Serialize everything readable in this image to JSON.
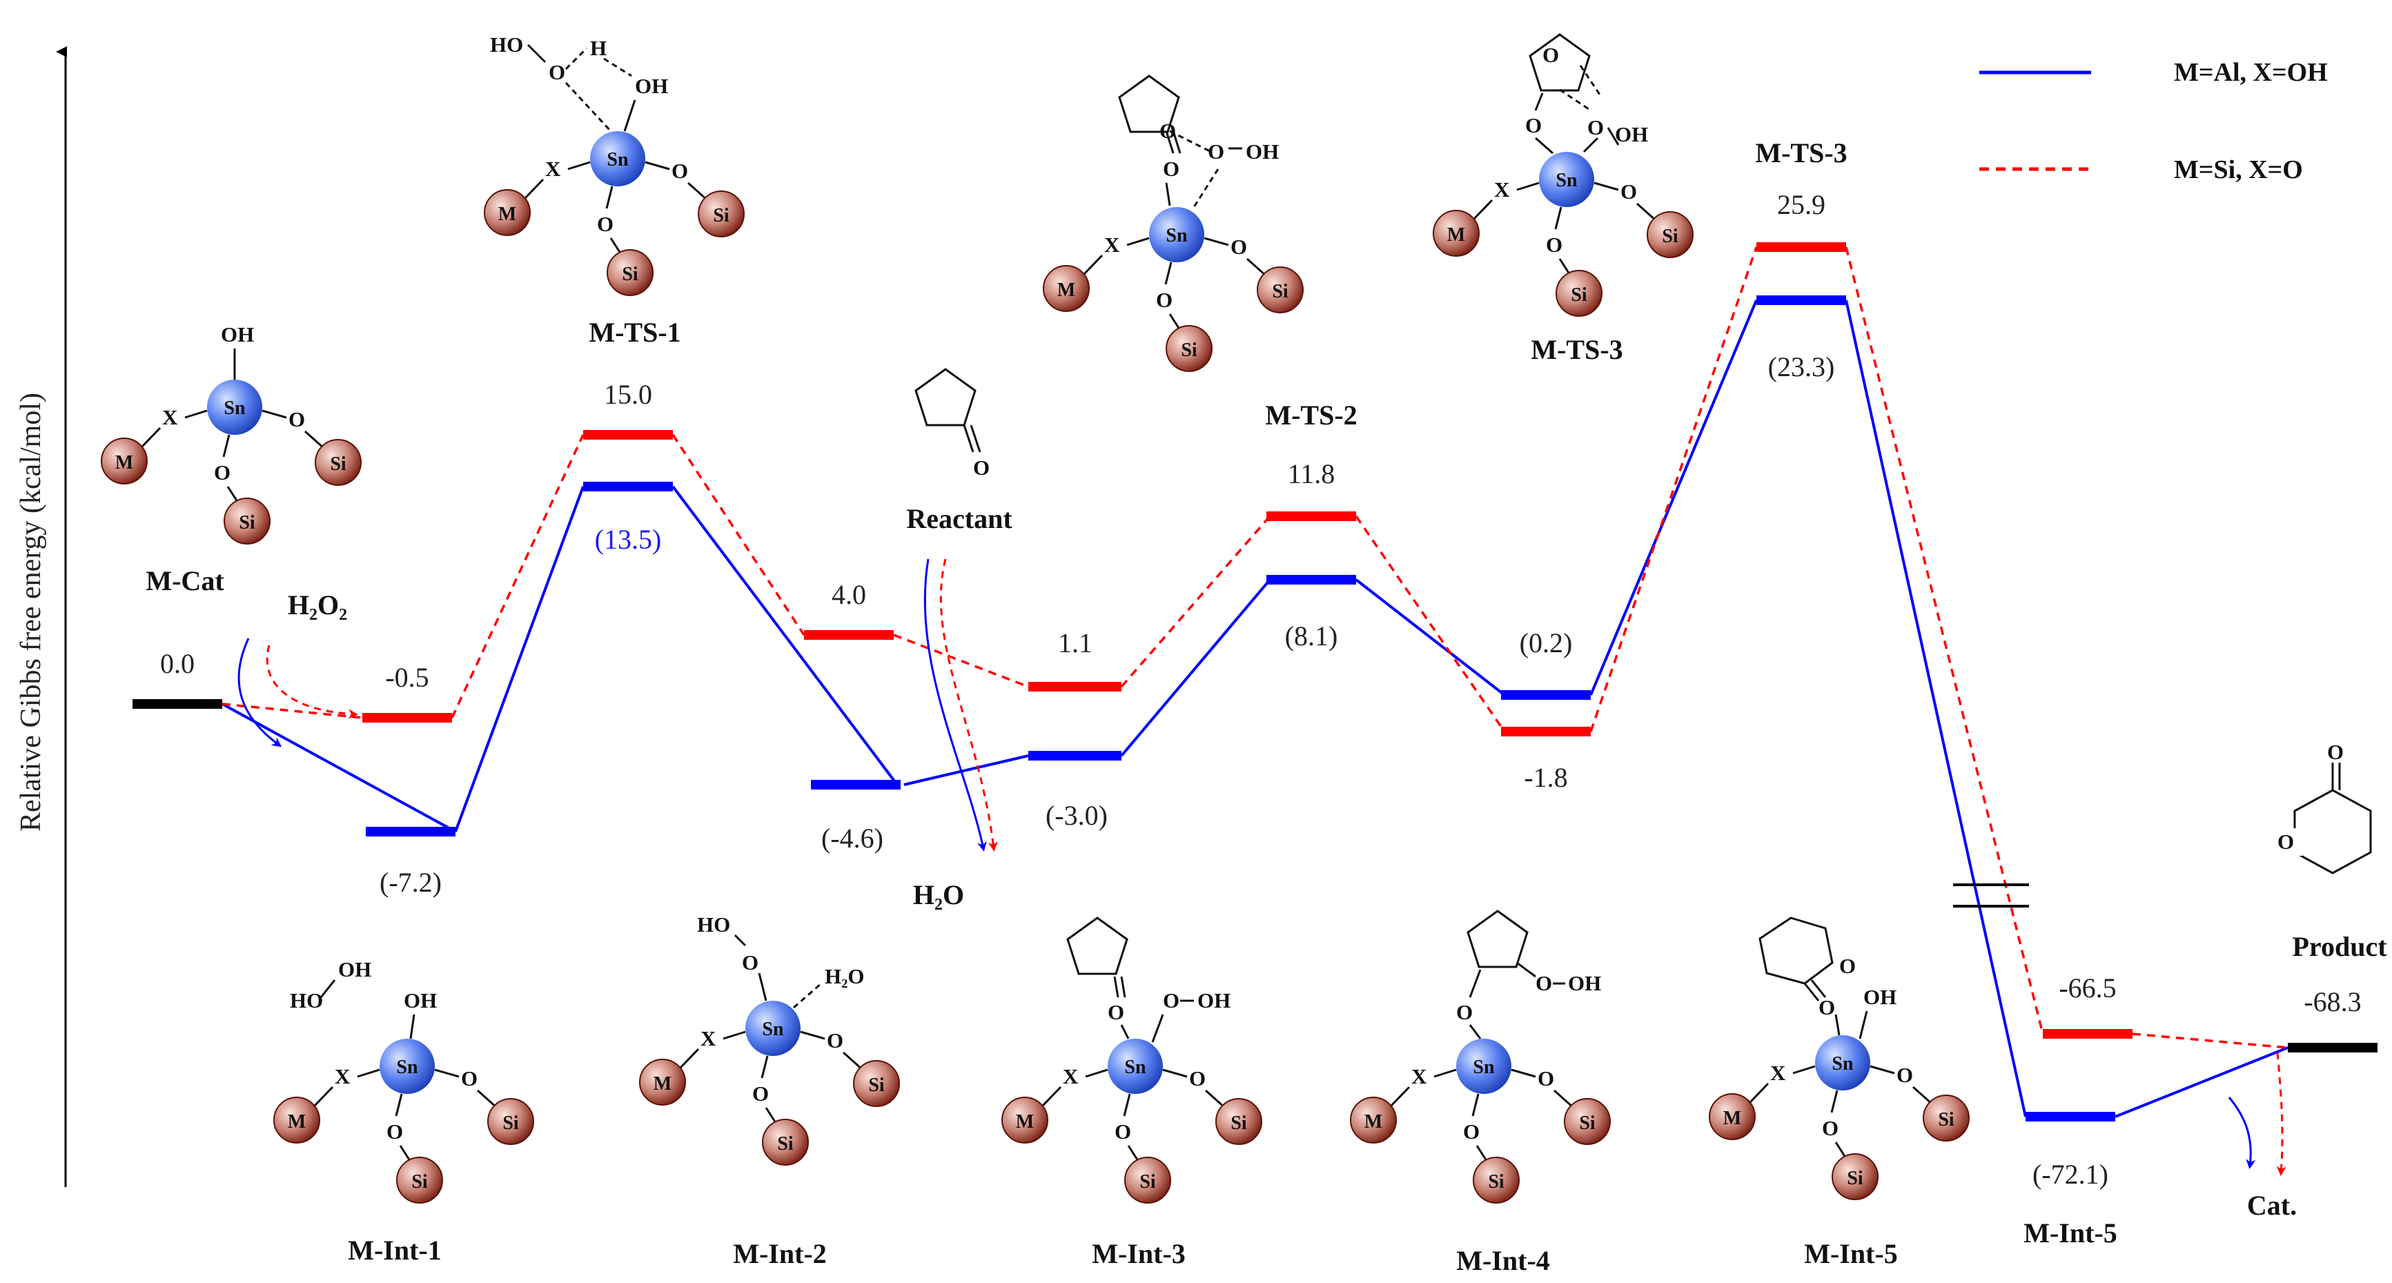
{
  "axis": {
    "ylabel": "Relative Gibbs free energy (kcal/mol)"
  },
  "legend": [
    {
      "label": "M=Al,  X=OH",
      "color": "#0000ff",
      "style": "solid"
    },
    {
      "label": "M=Si,  X=O",
      "color": "#ff0000",
      "style": "dashed"
    }
  ],
  "states": [
    {
      "id": "M-Cat",
      "label": "M-Cat",
      "red": "0.0",
      "blue": ""
    },
    {
      "id": "M-Int-1",
      "label": "M-Int-1",
      "red": "-0.5",
      "blue": "(-7.2)"
    },
    {
      "id": "M-TS-1",
      "label": "M-TS-1",
      "red": "15.0",
      "blue": "(13.5)"
    },
    {
      "id": "M-Int-2",
      "label": "M-Int-2",
      "red": "4.0",
      "blue": "(-4.6)"
    },
    {
      "id": "M-Int-3",
      "label": "M-Int-3",
      "red": "1.1",
      "blue": "(-3.0)"
    },
    {
      "id": "M-TS-2",
      "label": "M-TS-2",
      "red": "11.8",
      "blue": "(8.1)"
    },
    {
      "id": "M-Int-4",
      "label": "M-Int-4",
      "red": "-1.8",
      "blue": "(0.2)"
    },
    {
      "id": "M-TS-3",
      "label": "M-TS-3",
      "red": "25.9",
      "blue": "(23.3)"
    },
    {
      "id": "M-Int-5",
      "label": "M-Int-5",
      "red": "-66.5",
      "blue": "(-72.1)"
    },
    {
      "id": "Product",
      "label": "Product",
      "red": "-68.3",
      "blue": ""
    }
  ],
  "species": {
    "h2o2": "H₂O₂",
    "reactant": "Reactant",
    "h2o": "H₂O",
    "cat": "Cat.",
    "tsLabelTop": "M-TS-3"
  },
  "atoms": {
    "sn": "Sn",
    "si": "Si",
    "m": "M",
    "x": "X",
    "o": "O",
    "oh": "OH",
    "ho": "HO",
    "h": "H",
    "h2o": "H₂O"
  },
  "colors": {
    "red": "#ff0000",
    "blue": "#0000ff",
    "black": "#000000"
  }
}
